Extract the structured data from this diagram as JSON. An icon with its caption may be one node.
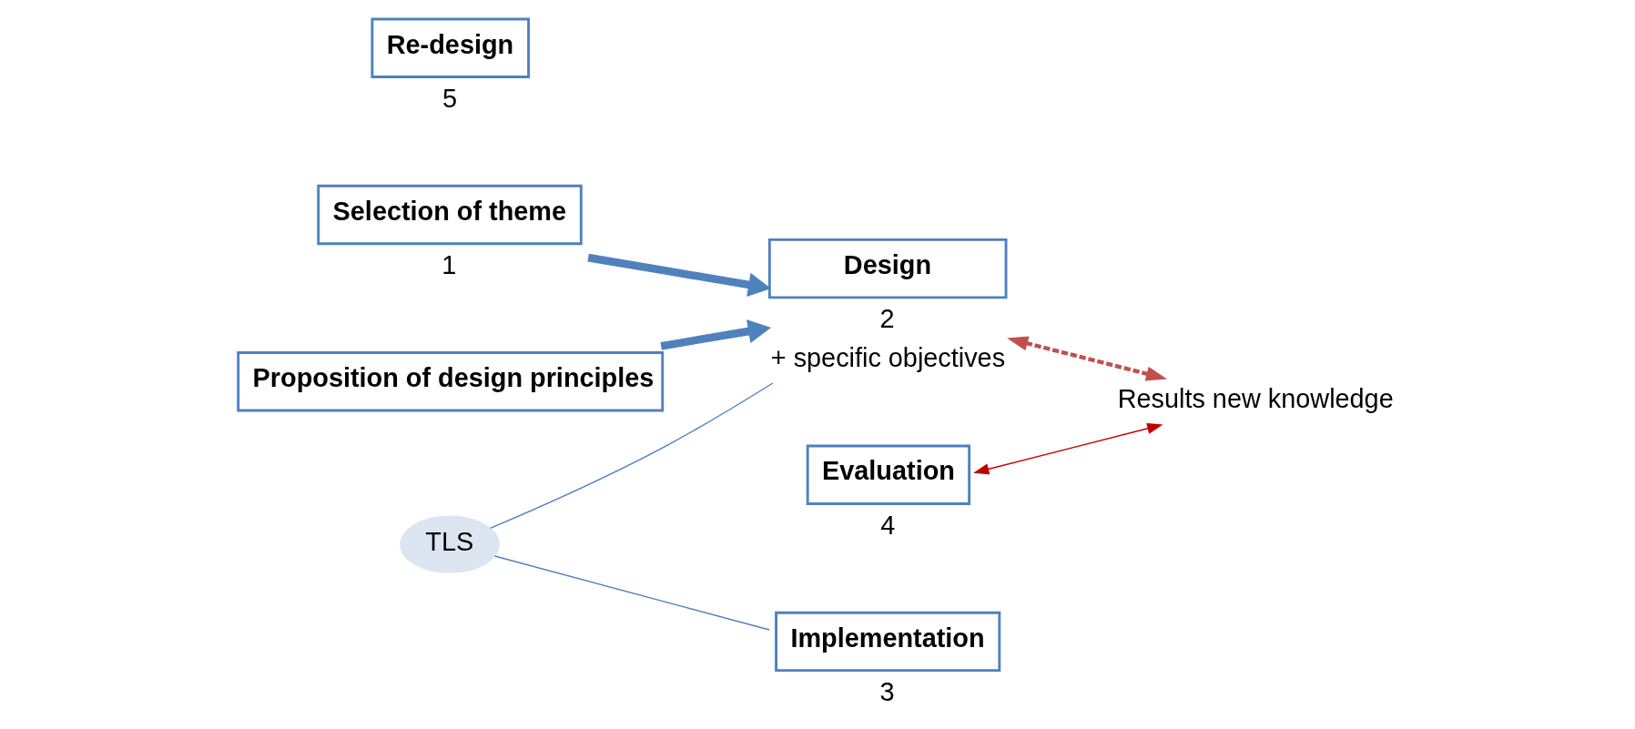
{
  "diagram": {
    "nodes": [
      {
        "text": [
          "Selection of theme"
        ],
        "beside": [
          "1"
        ]
      },
      {
        "text": [
          "Proposition of design principles"
        ]
      },
      {
        "text": [
          "TLS"
        ]
      },
      {
        "text": [
          "Design"
        ],
        "beside": [
          "2",
          "+ specific objectives"
        ]
      },
      {
        "text": [
          "Implementation"
        ],
        "beside": [
          "3"
        ]
      },
      {
        "text": [
          "Evaluation"
        ],
        "beside": [
          "4"
        ]
      },
      {
        "text": [
          "Results new knowledge"
        ]
      },
      {
        "text": [
          "Re-design"
        ],
        "beside": [
          "5"
        ]
      }
    ],
    "edges": [
      {
        "from": 0,
        "to": 3,
        "arrow": "to",
        "style": "thick"
      },
      {
        "from": 1,
        "to": 3,
        "arrow": "to",
        "style": "thick"
      },
      {
        "from": 2,
        "to": 3,
        "arrow": "none"
      },
      {
        "from": 2,
        "to": 4,
        "arrow": "none"
      },
      {
        "from": 3,
        "to": 6,
        "arrow": "both",
        "style": "dashed",
        "color": "#c0504d"
      },
      {
        "from": 5,
        "to": 6,
        "arrow": "both",
        "color": "#c00000"
      }
    ]
  }
}
